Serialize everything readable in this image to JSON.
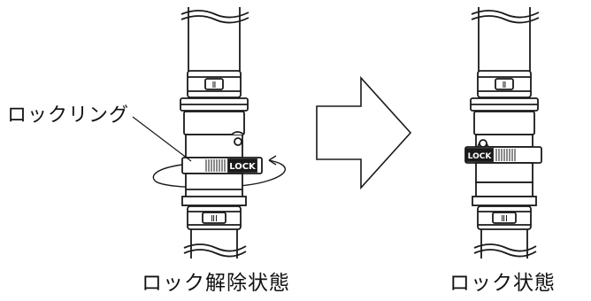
{
  "labels": {
    "lock_ring": "ロックリング",
    "unlocked_state": "ロック解除状態",
    "locked_state": "ロック状態"
  },
  "ring_text": {
    "left": "LOCK",
    "right": "LOCK"
  },
  "nut_marks": {
    "upper": "Ⅱ",
    "lower": "ⅡⅠ"
  },
  "colors": {
    "line": "#1a1a1a",
    "fill": "#ffffff",
    "text": "#111111"
  }
}
